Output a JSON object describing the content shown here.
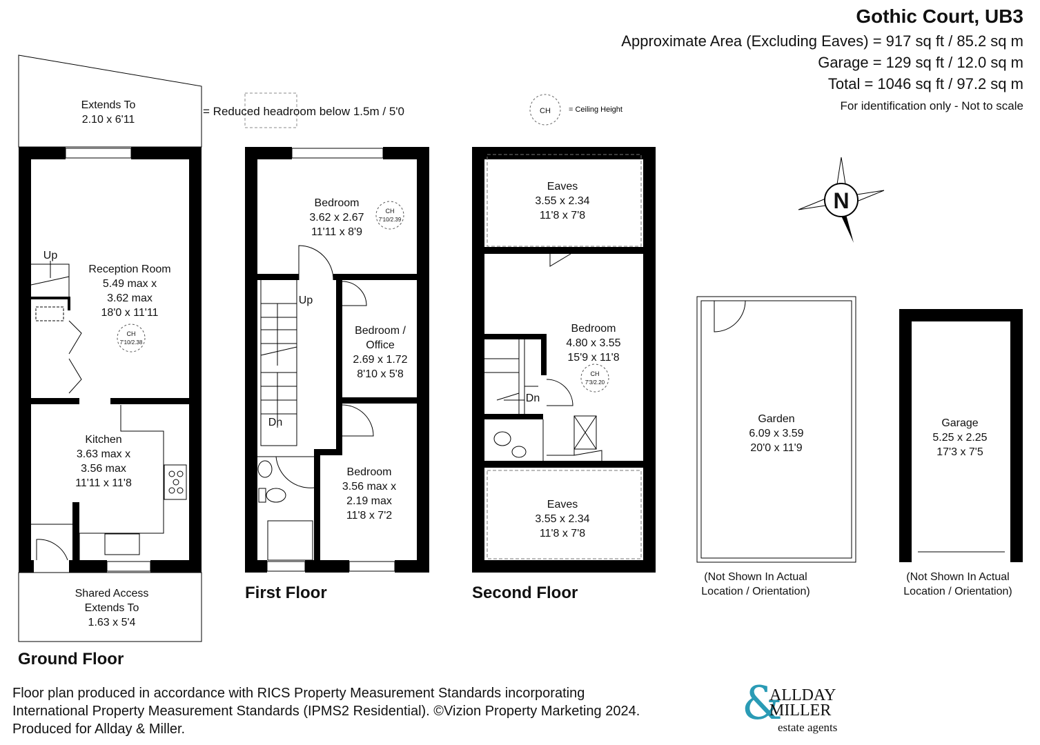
{
  "header": {
    "title": "Gothic Court, UB3",
    "area_line": "Approximate Area (Excluding Eaves) = 917 sq ft / 85.2 sq m",
    "garage_line": "Garage = 129 sq ft / 12.0 sq m",
    "total_line": "Total = 1046 sq ft / 97.2 sq m",
    "disclaimer": "For identification only - Not to scale"
  },
  "legend": {
    "reduced_headroom": "= Reduced headroom below 1.5m / 5'0",
    "ch_symbol": "CH",
    "ch_label": "= Ceiling Height"
  },
  "compass": {
    "letter": "N"
  },
  "floors": {
    "ground": "Ground Floor",
    "first": "First Floor",
    "second": "Second Floor"
  },
  "rooms": [
    {
      "id": "terrace",
      "lines": [
        "Extends To",
        "2.10 x 6'11"
      ]
    },
    {
      "id": "reception",
      "lines": [
        "Reception Room",
        "5.49 max x",
        "3.62 max",
        "18'0 x 11'11"
      ]
    },
    {
      "id": "kitchen",
      "lines": [
        "Kitchen",
        "3.63 max x",
        "3.56 max",
        "11'11 x 11'8"
      ]
    },
    {
      "id": "shared-access",
      "lines": [
        "Shared Access",
        "Extends To",
        "1.63 x 5'4"
      ]
    },
    {
      "id": "bedroom-1",
      "lines": [
        "Bedroom",
        "3.62 x 2.67",
        "11'11 x 8'9"
      ]
    },
    {
      "id": "bedroom-office",
      "lines": [
        "Bedroom /",
        "Office",
        "2.69 x 1.72",
        "8'10 x 5'8"
      ]
    },
    {
      "id": "bedroom-2",
      "lines": [
        "Bedroom",
        "3.56 max x",
        "2.19 max",
        "11'8 x 7'2"
      ]
    },
    {
      "id": "eaves-top",
      "lines": [
        "Eaves",
        "3.55 x 2.34",
        "11'8 x 7'8"
      ]
    },
    {
      "id": "bedroom-3",
      "lines": [
        "Bedroom",
        "4.80 x 3.55",
        "15'9 x 11'8"
      ]
    },
    {
      "id": "eaves-bottom",
      "lines": [
        "Eaves",
        "3.55 x 2.34",
        "11'8 x 7'8"
      ]
    },
    {
      "id": "garden",
      "lines": [
        "Garden",
        "6.09 x 3.59",
        "20'0 x 11'9"
      ]
    },
    {
      "id": "garage",
      "lines": [
        "Garage",
        "5.25 x 2.25",
        "17'3 x 7'5"
      ]
    }
  ],
  "ceiling_heights": [
    {
      "label": "CH",
      "value": "7'10/2.38"
    },
    {
      "label": "CH",
      "value": "7'10/2.39"
    },
    {
      "label": "CH",
      "value": "7'3/2.20"
    }
  ],
  "stairs": {
    "ground_up": "Up",
    "first_up": "Up",
    "first_dn": "Dn",
    "second_dn": "Dn"
  },
  "notes": {
    "garden": [
      "(Not Shown In Actual",
      "Location / Orientation)"
    ],
    "garage": [
      "(Not Shown In Actual",
      "Location / Orientation)"
    ]
  },
  "footer": [
    "Floor plan produced in accordance with RICS Property Measurement Standards incorporating",
    "International Property Measurement Standards (IPMS2 Residential). ©Vizion Property Marketing 2024.",
    "Produced for Allday & Miller."
  ],
  "logo": {
    "ampersand": "&",
    "line1": "ALLDAY",
    "line2": "MILLER",
    "line3": "estate agents"
  },
  "colors": {
    "wall": "#000000",
    "logo_accent": "#2a9bb5"
  }
}
